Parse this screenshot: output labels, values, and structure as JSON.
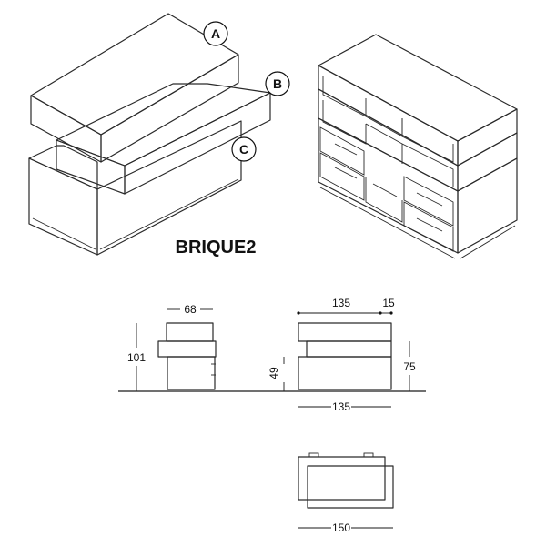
{
  "title": "BRIQUE2",
  "callouts": [
    "A",
    "B",
    "C"
  ],
  "dimensions": {
    "side_width": "68",
    "total_height": "101",
    "plan_top_width": "135",
    "plan_top_offset": "15",
    "base_height": "49",
    "right_height": "75",
    "front_width": "135",
    "plan_width": "150"
  }
}
